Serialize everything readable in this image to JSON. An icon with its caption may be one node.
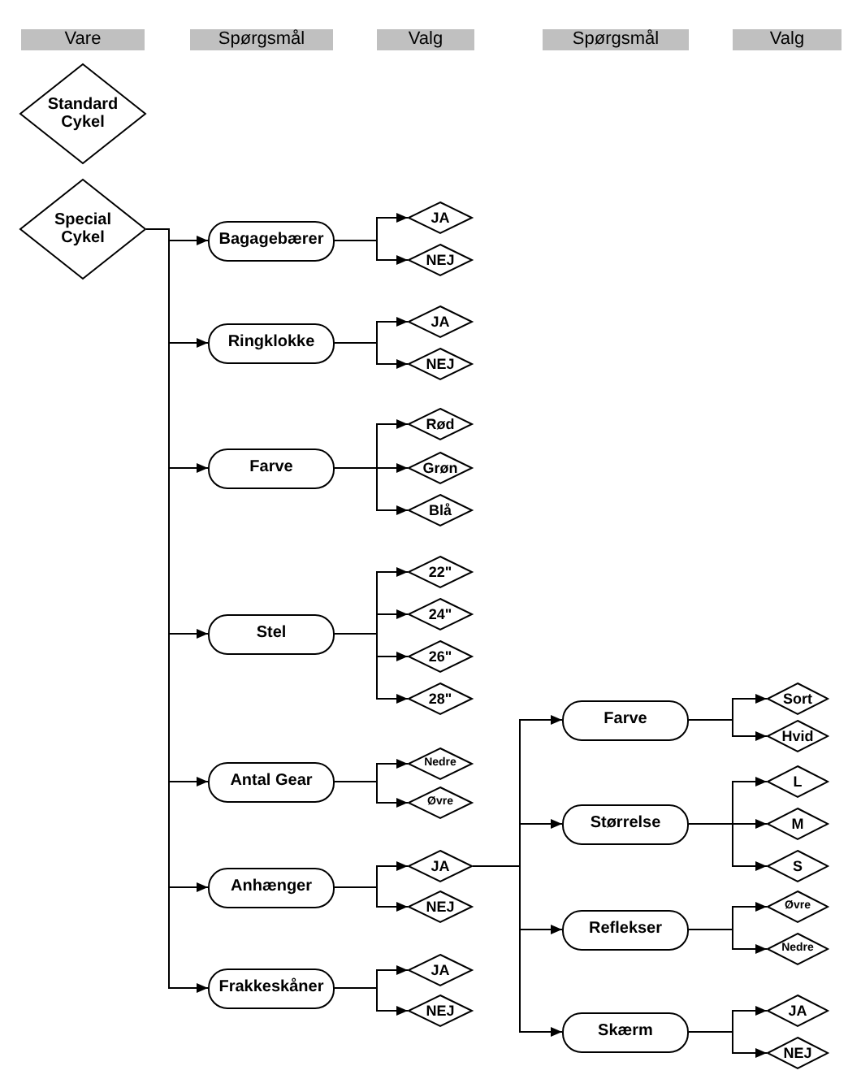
{
  "diagram": {
    "nodes": [
      {
        "text": [
          "Standard Cykel"
        ]
      },
      {
        "text": [
          "Special Cykel"
        ]
      },
      {
        "text": [
          "Bagagebærer"
        ]
      },
      {
        "text": [
          "JA"
        ]
      },
      {
        "text": [
          "NEJ"
        ]
      },
      {
        "text": [
          "Ringklokke"
        ]
      },
      {
        "text": [
          "JA"
        ]
      },
      {
        "text": [
          "NEJ"
        ]
      },
      {
        "text": [
          "Farve"
        ]
      },
      {
        "text": [
          "Rød"
        ]
      },
      {
        "text": [
          "Grøn"
        ]
      },
      {
        "text": [
          "Blå"
        ]
      },
      {
        "text": [
          "Stel"
        ]
      },
      {
        "text": [
          "22\""
        ]
      },
      {
        "text": [
          "24\""
        ]
      },
      {
        "text": [
          "26\""
        ]
      },
      {
        "text": [
          "28\""
        ]
      },
      {
        "text": [
          "Antal Gear"
        ]
      },
      {
        "text": [
          "Nedre"
        ]
      },
      {
        "text": [
          "Øvre"
        ]
      },
      {
        "text": [
          "Anhænger"
        ]
      },
      {
        "text": [
          "JA"
        ]
      },
      {
        "text": [
          "NEJ"
        ]
      },
      {
        "text": [
          "Frakkeskåner"
        ]
      },
      {
        "text": [
          "JA"
        ]
      },
      {
        "text": [
          "NEJ"
        ]
      },
      {
        "text": [
          "Farve"
        ]
      },
      {
        "text": [
          "Sort"
        ]
      },
      {
        "text": [
          "Hvid"
        ]
      },
      {
        "text": [
          "Størrelse"
        ]
      },
      {
        "text": [
          "L"
        ]
      },
      {
        "text": [
          "M"
        ]
      },
      {
        "text": [
          "S"
        ]
      },
      {
        "text": [
          "Reflekser"
        ]
      },
      {
        "text": [
          "Øvre"
        ]
      },
      {
        "text": [
          "Nedre"
        ]
      },
      {
        "text": [
          "Skærm"
        ]
      },
      {
        "text": [
          "JA"
        ]
      },
      {
        "text": [
          "NEJ"
        ]
      }
    ],
    "edges": [
      {
        "from": 1,
        "to": 2,
        "arrow": "to"
      },
      {
        "from": 1,
        "to": 5,
        "arrow": "to"
      },
      {
        "from": 1,
        "to": 8,
        "arrow": "to"
      },
      {
        "from": 1,
        "to": 12,
        "arrow": "to"
      },
      {
        "from": 1,
        "to": 17,
        "arrow": "to"
      },
      {
        "from": 1,
        "to": 20,
        "arrow": "to"
      },
      {
        "from": 1,
        "to": 23,
        "arrow": "to"
      },
      {
        "from": 2,
        "to": 3,
        "arrow": "to"
      },
      {
        "from": 2,
        "to": 4,
        "arrow": "to"
      },
      {
        "from": 5,
        "to": 6,
        "arrow": "to"
      },
      {
        "from": 5,
        "to": 7,
        "arrow": "to"
      },
      {
        "from": 8,
        "to": 9,
        "arrow": "to"
      },
      {
        "from": 8,
        "to": 10,
        "arrow": "to"
      },
      {
        "from": 8,
        "to": 11,
        "arrow": "to"
      },
      {
        "from": 12,
        "to": 13,
        "arrow": "to"
      },
      {
        "from": 12,
        "to": 14,
        "arrow": "to"
      },
      {
        "from": 12,
        "to": 15,
        "arrow": "to"
      },
      {
        "from": 12,
        "to": 16,
        "arrow": "to"
      },
      {
        "from": 17,
        "to": 18,
        "arrow": "to"
      },
      {
        "from": 17,
        "to": 19,
        "arrow": "to"
      },
      {
        "from": 20,
        "to": 21,
        "arrow": "to"
      },
      {
        "from": 20,
        "to": 22,
        "arrow": "to"
      },
      {
        "from": 23,
        "to": 24,
        "arrow": "to"
      },
      {
        "from": 23,
        "to": 25,
        "arrow": "to"
      },
      {
        "from": 21,
        "to": 26,
        "arrow": "to"
      },
      {
        "from": 21,
        "to": 29,
        "arrow": "to"
      },
      {
        "from": 21,
        "to": 33,
        "arrow": "to"
      },
      {
        "from": 21,
        "to": 36,
        "arrow": "to"
      },
      {
        "from": 26,
        "to": 27,
        "arrow": "to"
      },
      {
        "from": 26,
        "to": 28,
        "arrow": "to"
      },
      {
        "from": 29,
        "to": 30,
        "arrow": "to"
      },
      {
        "from": 29,
        "to": 31,
        "arrow": "to"
      },
      {
        "from": 29,
        "to": 32,
        "arrow": "to"
      },
      {
        "from": 33,
        "to": 34,
        "arrow": "to"
      },
      {
        "from": 33,
        "to": 35,
        "arrow": "to"
      },
      {
        "from": 36,
        "to": 37,
        "arrow": "to"
      },
      {
        "from": 36,
        "to": 38,
        "arrow": "to"
      }
    ],
    "labels": [
      "Vare",
      "Spørgsmål",
      "Valg",
      "Spørgsmål",
      "Valg"
    ]
  }
}
